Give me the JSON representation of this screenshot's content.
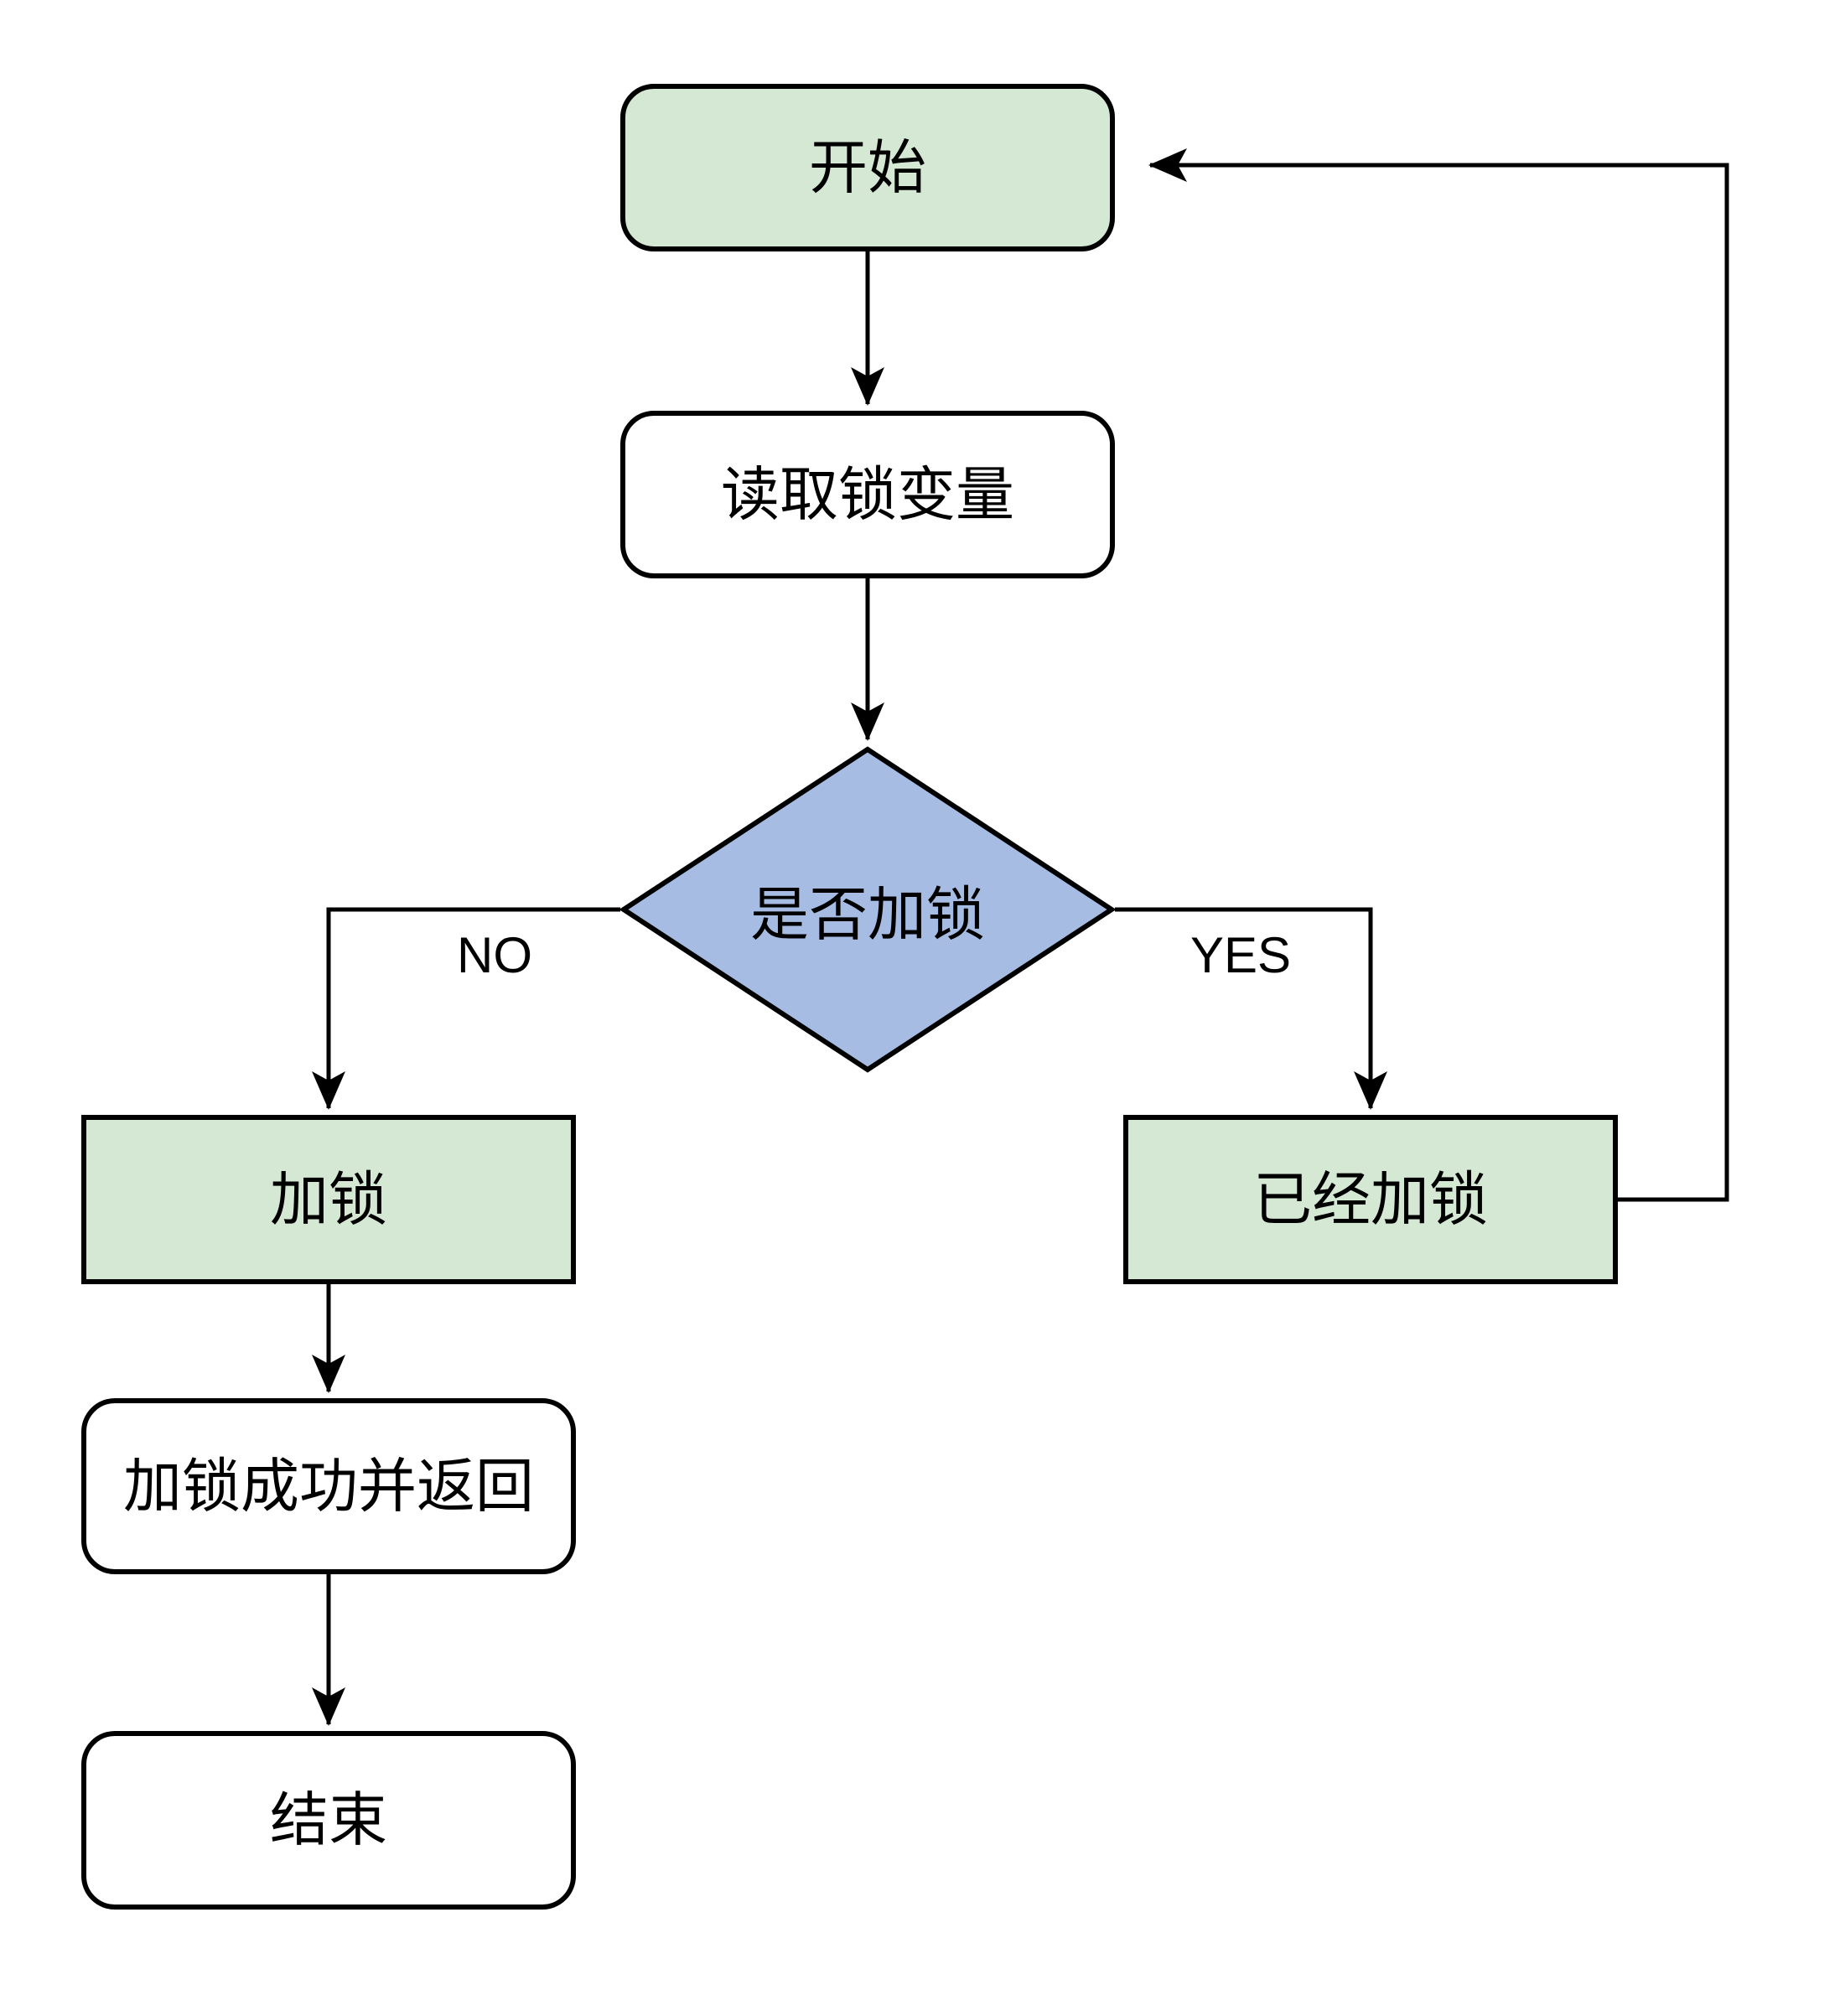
{
  "diagram": {
    "background": "#ffffff",
    "colors": {
      "stroke": "#000000",
      "text": "#000000",
      "green_fill": "#d5e8d4",
      "blue_fill": "#a6bce3",
      "white_fill": "#ffffff"
    },
    "nodes": {
      "start": {
        "label": "开始",
        "shape": "rounded-rect",
        "fill": "#d5e8d4"
      },
      "read_lock": {
        "label": "读取锁变量",
        "shape": "rounded-rect",
        "fill": "#ffffff"
      },
      "decision": {
        "label": "是否加锁",
        "shape": "diamond",
        "fill": "#a6bce3"
      },
      "lock": {
        "label": "加锁",
        "shape": "rect",
        "fill": "#d5e8d4"
      },
      "already_locked": {
        "label": "已经加锁",
        "shape": "rect",
        "fill": "#d5e8d4"
      },
      "lock_success": {
        "label": "加锁成功并返回",
        "shape": "rounded-rect",
        "fill": "#ffffff"
      },
      "end": {
        "label": "结束",
        "shape": "rounded-rect",
        "fill": "#ffffff"
      }
    },
    "edges": {
      "no_label": "NO",
      "yes_label": "YES"
    }
  }
}
